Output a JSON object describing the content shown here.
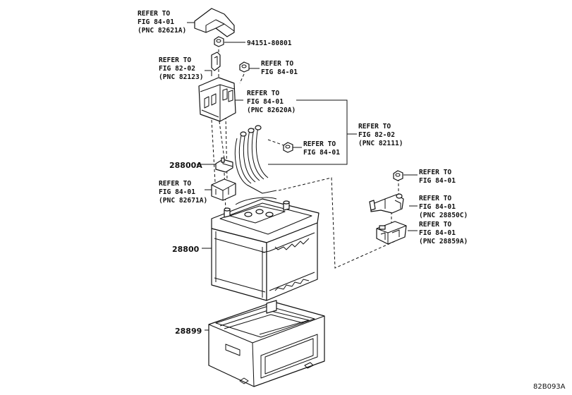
{
  "callouts": {
    "c1": [
      "REFER TO",
      "FIG 84-01",
      "(PNC 82621A)"
    ],
    "c2": [
      "REFER TO",
      "FIG 82-02",
      "(PNC 82123)"
    ],
    "c3": [
      "REFER TO",
      "FIG 84-01"
    ],
    "c4": [
      "REFER TO",
      "FIG 84-01",
      "(PNC 82620A)"
    ],
    "c5": [
      "REFER TO",
      "FIG 84-01"
    ],
    "c6": [
      "REFER TO",
      "FIG 82-02",
      "(PNC 82111)"
    ],
    "c7": [
      "REFER TO",
      "FIG 84-01",
      "(PNC 82671A)"
    ],
    "c8": [
      "REFER TO",
      "FIG 84-01"
    ],
    "c9": [
      "REFER TO",
      "FIG 84-01",
      "(PNC 28850C)"
    ],
    "c10": [
      "REFER TO",
      "FIG 84-01",
      "(PNC 28859A)"
    ]
  },
  "parts": {
    "nut_code": "94151-80801",
    "clamp": "28800A",
    "battery": "28800",
    "tray": "28899"
  },
  "diagram_code": "82B093A"
}
